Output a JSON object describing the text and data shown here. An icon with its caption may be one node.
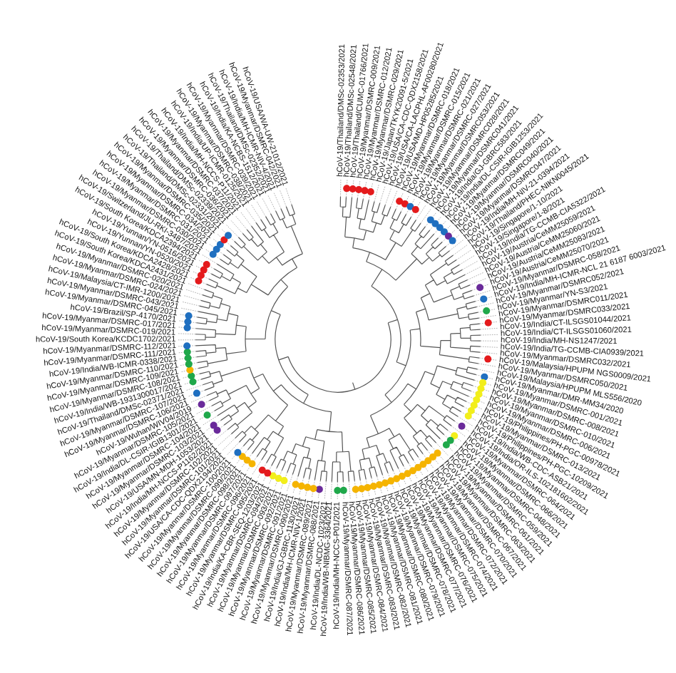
{
  "diagram": {
    "labels": [
      "hCoV-19/USA/WA-UW-21012/2021",
      "hCoV-19/Myanmar/DSMRC-042/2021",
      "hCoV-19/India/MH-ICMR-NIV-4/2021",
      "hCoV-19/Thailand/DMSc-02352/2021",
      "hCoV-19/India/KA-NCBS-1512/2021",
      "hCoV-19/Myanmar/DSMRC-039/2021",
      "hCoV-19/Myanmar/DSMRC-038/2021",
      "hCoV-19/India/UP-ICMR-0125/2021",
      "hCoV-19/India/MH-NCCS-P11/2021",
      "hCoV-19/Myanmar/DSMRC-037/2021",
      "hCoV-19/Myanmar/DSMRC-036/2021",
      "hCoV-19/Thailand/DMSc-02339/2021",
      "hCoV-19/Thailand/DMSc-02331/2021",
      "hCoV-19/Myanmar/DSMRC-035/2021",
      "hCoV-19/Myanmar/DSMRC-034/2021",
      "hCoV-19/Myanmar/DSMRC-031/2021",
      "hCoV-19/Myanmar/DSMRC-030/2021",
      "hCoV-19/Switzerland/JU-RKI-3487/2021",
      "hCoV-19/South Korea/KDCA2394/2021",
      "hCoV-19/Yunnan/YN-0516/2021",
      "hCoV-19/Yunnan/YN-0520/2021",
      "hCoV-19/South Korea/KDCA2428/2021",
      "hCoV-19/South Korea/KDCA2431/2021",
      "hCoV-19/Myanmar/DSMRC-020/2021",
      "hCoV-19/Myanmar/DSMRC-024/2021",
      "hCoV-19/Malaysia/CT-IMR-1200/2021",
      "hCoV-19/Myanmar/DSMRC-043/2021",
      "hCoV-19/Myanmar/DSMRC-045/2021",
      "hCoV-19/Brazil/SP-4170/2021",
      "hCoV-19/Myanmar/DSMRC-017/2021",
      "hCoV-19/Myanmar/DSMRC-019/2021",
      "hCoV-19/South Korea/KCDC1702/2021",
      "hCoV-19/Myanmar/DSMRC-112/2021",
      "hCoV-19/Myanmar/DSMRC-111/2021",
      "hCoV-19/India/WB-ICMR-0338/2021",
      "hCoV-19/Myanmar/DSMRC-110/2021",
      "hCoV-19/Myanmar/DSMRC-109/2021",
      "hCoV-19/Myanmar/DSMRC-108/2021",
      "hCoV-19/India/WB-1931300017/2021",
      "hCoV-19/Thailand/DMSc-02371/2021",
      "hCoV-19/Myanmar/DSMRC-107/2021",
      "hCoV-19/Myanmar/DSMRC-106/2021",
      "hCoV-19/Wuhan/WIV04/2019",
      "hCoV-19/Myanmar/DSMRC-105/2021",
      "hCoV-19/India/DL-CSIR-IGIB1301/2021",
      "hCoV-19/Myanmar/DSMRC-104/2021",
      "hCoV-19/Myanmar/DSMRC-103/2021",
      "hCoV-19/USA/MN-MDH-1053/2021",
      "hCoV-19/India/MH-NCCS-P1162/2021",
      "hCoV-19/Myanmar/DSMRC-102/2021",
      "hCoV-19/Myanmar/DSMRC-101/2021",
      "hCoV-19/USA/CA-CDC-QDX2194/2021",
      "hCoV-19/Myanmar/DSMRC-100/2021",
      "hCoV-19/Myanmar/DSMRC-099/2021",
      "hCoV-19/Myanmar/DSMRC-098/2021",
      "hCoV-19/Myanmar/DSMRC-097/2021",
      "hCoV-19/Myanmar/DSMRC-096/2021",
      "hCoV-19/Myanmar/DSMRC-095/2021",
      "hCoV-19/India/KA-CBR-SEQ-1203/2021",
      "hCoV-19/Myanmar/DSMRC-094/2021",
      "hCoV-19/Myanmar/DSMRC-093/2021",
      "hCoV-19/Myanmar/DSMRC-092/2021",
      "hCoV-19/Myanmar/DSMRC-091/2021",
      "hCoV-19/Myanmar/DSMRC-090/2021",
      "hCoV-19/India/GJ-GBRC-1130/2021",
      "hCoV-19/India/MH-ICMR-NIV-1/2021",
      "hCoV-19/Myanmar/DSMRC-089/2021",
      "hCoV-19/Myanmar/DSMRC-088/2021",
      "hCoV-19/India/DL-NCDC-1023/2021",
      "hCoV-19/India/WB-NIBMG-3364/2021",
      "hCoV-19/India/MH-NCCS-P01/2021",
      "hCoV-19/Thailand/DMSc-02353/2021",
      "hCoV-19/Thailand/DMSc-02548/2021",
      "hCoV-19/Thailand/CUMC-01766/2021",
      "hCoV-19/Myanmar/DSMRC-009/2021",
      "hCoV-19/Myanmar/DSMRC-012/2021",
      "hCoV-19/Myanmar/DSMRC-029/2021",
      "hCoV-19/Japan/TKYK20091-5/2021",
      "hCoV-19/USA/CA-CDC-QDX2158/2021",
      "hCoV-19/USA/CA-LACPHL-AF00280/2021",
      "hCoV-19/USA/MD-HP05285/2021",
      "hCoV-19/Myanmar/DSMRC-018/2021",
      "hCoV-19/Myanmar/DSMRC-015/2021",
      "hCoV-19/Myanmar/DSMRC-021/2021",
      "hCoV-19/Myanmar/DSMRC-027/2021",
      "hCoV-19/Myanmar/DSMRC053/2021",
      "hCoV-19/Myanmar/DSMRC028/2021",
      "hCoV-19/Myanmar/DSMRC041/2021",
      "hCoV-19/India/GJ-GBRC583/2021",
      "hCoV-19/India/DL-CSIR-IGIB1253/2021",
      "hCoV-19/Myanmar/DSMRC049/2021",
      "hCoV-19/Myanmar/DSMRC040/2021",
      "hCoV-19/Myanmar/DSMRC047/2021",
      "hCoV-19/India/MH-NIV-21-0394/2021",
      "hCoV-19/Thailand/PHEC-NIKN0045/2021",
      "hCoV-19/Singapore/1-10/2021",
      "hCoV-19/Singapore/1-8/2021",
      "hCoV-19/India/TG-CCMB-CIA5322/2021",
      "hCoV-19/Austria/CeMM25059/2021",
      "hCoV-19/Austria/CeMM25060/2021",
      "hCoV-19/Austria/CeMM25083/2021",
      "hCoV-19/Austria/CeMM25070/2021",
      "hCoV-19/Myanmar/DSMRC-058/2021",
      "hCoV-19/India/MH-ICMR-NCL 21 6187 6003/2021",
      "hCoV-19/Myanmar/DSMRC052/2021",
      "hCoV-19/Myanmar/YN-S3/2021",
      "hCoV-19/Myanmar/DSMRC011/2021",
      "hCoV-19/Myanmar/DSMRC033/2021",
      "hCoV-19/India/CT-ILSGS01044/2021",
      "hCoV-19/India/CT-ILSGS01060/2021",
      "hCoV-19/India/MH-NS1247/2021",
      "hCoV-19/India/TG-CCMB-CIA0939/2021",
      "hCoV-19/Myanmar/DSMRC032/2021",
      "hCoV-19/Malaysia/HPUPM NGS0009/2021",
      "hCoV-19/Myanmar/DSMRC050/2021",
      "hCoV-19/Malaysia/HPUPM MLS556/2020",
      "hCoV-19/Myanmar/DMR-MM34/2020",
      "hCoV-19/Myanmar/DSMRC-001/2021",
      "hCoV-19/Myanmar/DSMRC-008/2021",
      "hCoV-19/Myanmar/DSMRC-010/2021",
      "hCoV-19/Myanmar/DSMRC-006/2021",
      "hCoV-19/Philippines/PH-PGC-00978/2021",
      "hCoV-19/Myanmar/DSMRC-013/2021",
      "hCoV-19/Philippines/PH-PGC-10209/2021",
      "hCoV-19/India/WB-CDC-ASB21/2021",
      "hCoV-19/India/OR-ILS-102181602/2021",
      "hCoV-19/Myanmar/DSMRC-064/2021",
      "hCoV-19/Myanmar/DSMRC-066/2021",
      "hCoV-19/Myanmar/DSMRC-048/2021",
      "hCoV-19/Myanmar/DSMRC-059/2021",
      "hCoV-19/Myanmar/DSMRC-061/2021",
      "hCoV-19/Myanmar/DSMRC-063/2021",
      "hCoV-19/Myanmar/DSMRC-067/2021",
      "hCoV-19/Myanmar/DSMRC-070/2021",
      "hCoV-19/Myanmar/DSMRC-072/2021",
      "hCoV-19/Myanmar/DSMRC-074/2021",
      "hCoV-19/Myanmar/DSMRC-075/2021",
      "hCoV-19/Myanmar/DSMRC-076/2021",
      "hCoV-19/Myanmar/DSMRC-077/2021",
      "hCoV-19/Myanmar/DSMRC-078/2021",
      "hCoV-19/Myanmar/DSMRC-079/2021",
      "hCoV-19/Myanmar/DSMRC-080/2021",
      "hCoV-19/Myanmar/DSMRC-081/2021",
      "hCoV-19/Myanmar/DSMRC-082/2021",
      "hCoV-19/Myanmar/DSMRC-083/2021",
      "hCoV-19/Myanmar/DSMRC-084/2021",
      "hCoV-19/Myanmar/DSMRC-085/2021",
      "hCoV-19/Myanmar/DSMRC-086/2021",
      "hCoV-19/Myanmar/DSMRC-087/2021"
    ]
  }
}
